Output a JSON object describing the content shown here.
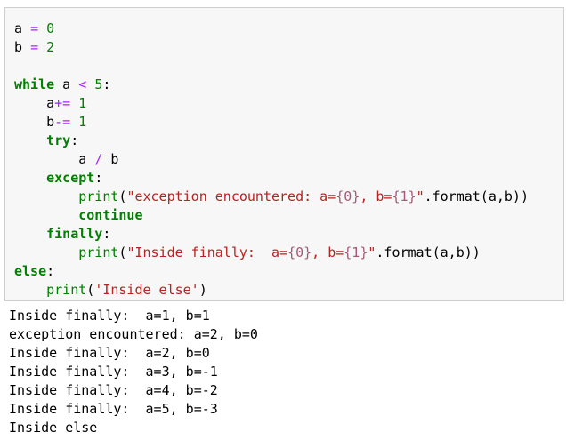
{
  "input_cell": {
    "lines": [
      [
        {
          "t": "a ",
          "c": "plain"
        },
        {
          "t": "=",
          "c": "op"
        },
        {
          "t": " ",
          "c": "plain"
        },
        {
          "t": "0",
          "c": "num"
        }
      ],
      [
        {
          "t": "b ",
          "c": "plain"
        },
        {
          "t": "=",
          "c": "op"
        },
        {
          "t": " ",
          "c": "plain"
        },
        {
          "t": "2",
          "c": "num"
        }
      ],
      [],
      [
        {
          "t": "while",
          "c": "kw"
        },
        {
          "t": " a ",
          "c": "plain"
        },
        {
          "t": "<",
          "c": "op"
        },
        {
          "t": " ",
          "c": "plain"
        },
        {
          "t": "5",
          "c": "num"
        },
        {
          "t": ":",
          "c": "plain"
        }
      ],
      [
        {
          "t": "    a",
          "c": "plain"
        },
        {
          "t": "+=",
          "c": "op"
        },
        {
          "t": " ",
          "c": "plain"
        },
        {
          "t": "1",
          "c": "num"
        }
      ],
      [
        {
          "t": "    b",
          "c": "plain"
        },
        {
          "t": "-=",
          "c": "op"
        },
        {
          "t": " ",
          "c": "plain"
        },
        {
          "t": "1",
          "c": "num"
        }
      ],
      [
        {
          "t": "    ",
          "c": "plain"
        },
        {
          "t": "try",
          "c": "kw"
        },
        {
          "t": ":",
          "c": "plain"
        }
      ],
      [
        {
          "t": "        a ",
          "c": "plain"
        },
        {
          "t": "/",
          "c": "op"
        },
        {
          "t": " b",
          "c": "plain"
        }
      ],
      [
        {
          "t": "    ",
          "c": "plain"
        },
        {
          "t": "except",
          "c": "kw"
        },
        {
          "t": ":",
          "c": "plain"
        }
      ],
      [
        {
          "t": "        ",
          "c": "plain"
        },
        {
          "t": "print",
          "c": "bi"
        },
        {
          "t": "(",
          "c": "plain"
        },
        {
          "t": "\"exception encountered: a=",
          "c": "str"
        },
        {
          "t": "{0}",
          "c": "brace"
        },
        {
          "t": ", b=",
          "c": "str"
        },
        {
          "t": "{1}",
          "c": "brace"
        },
        {
          "t": "\"",
          "c": "str"
        },
        {
          "t": ".format(a,b))",
          "c": "plain"
        }
      ],
      [
        {
          "t": "        ",
          "c": "plain"
        },
        {
          "t": "continue",
          "c": "kw"
        }
      ],
      [
        {
          "t": "    ",
          "c": "plain"
        },
        {
          "t": "finally",
          "c": "kw"
        },
        {
          "t": ":",
          "c": "plain"
        }
      ],
      [
        {
          "t": "        ",
          "c": "plain"
        },
        {
          "t": "print",
          "c": "bi"
        },
        {
          "t": "(",
          "c": "plain"
        },
        {
          "t": "\"Inside finally:  a=",
          "c": "str"
        },
        {
          "t": "{0}",
          "c": "brace"
        },
        {
          "t": ", b=",
          "c": "str"
        },
        {
          "t": "{1}",
          "c": "brace"
        },
        {
          "t": "\"",
          "c": "str"
        },
        {
          "t": ".format(a,b))",
          "c": "plain"
        }
      ],
      [
        {
          "t": "else",
          "c": "kw"
        },
        {
          "t": ":",
          "c": "plain"
        }
      ],
      [
        {
          "t": "    ",
          "c": "plain"
        },
        {
          "t": "print",
          "c": "bi"
        },
        {
          "t": "(",
          "c": "plain"
        },
        {
          "t": "'Inside else'",
          "c": "str"
        },
        {
          "t": ")",
          "c": "plain"
        }
      ]
    ]
  },
  "output_cell": {
    "lines": [
      "Inside finally:  a=1, b=1",
      "exception encountered: a=2, b=0",
      "Inside finally:  a=2, b=0",
      "Inside finally:  a=3, b=-1",
      "Inside finally:  a=4, b=-2",
      "Inside finally:  a=5, b=-3",
      "Inside else"
    ]
  },
  "colors": {
    "keyword": "#008000",
    "operator": "#aa22ff",
    "number": "#008000",
    "string": "#ba2121",
    "format_brace": "#a45a77",
    "input_background": "#f7f7f7",
    "input_border": "#cfcfcf"
  }
}
